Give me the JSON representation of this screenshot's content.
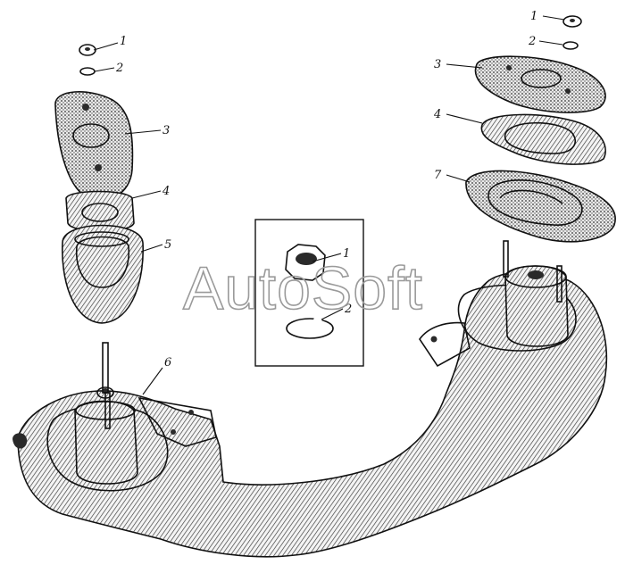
{
  "watermark": "AutoSoft",
  "callouts": {
    "left": [
      "1",
      "2",
      "3",
      "4",
      "5"
    ],
    "center": [
      "6"
    ],
    "right": [
      "1",
      "2",
      "3",
      "4",
      "7"
    ],
    "inset": [
      "1",
      "2"
    ]
  }
}
